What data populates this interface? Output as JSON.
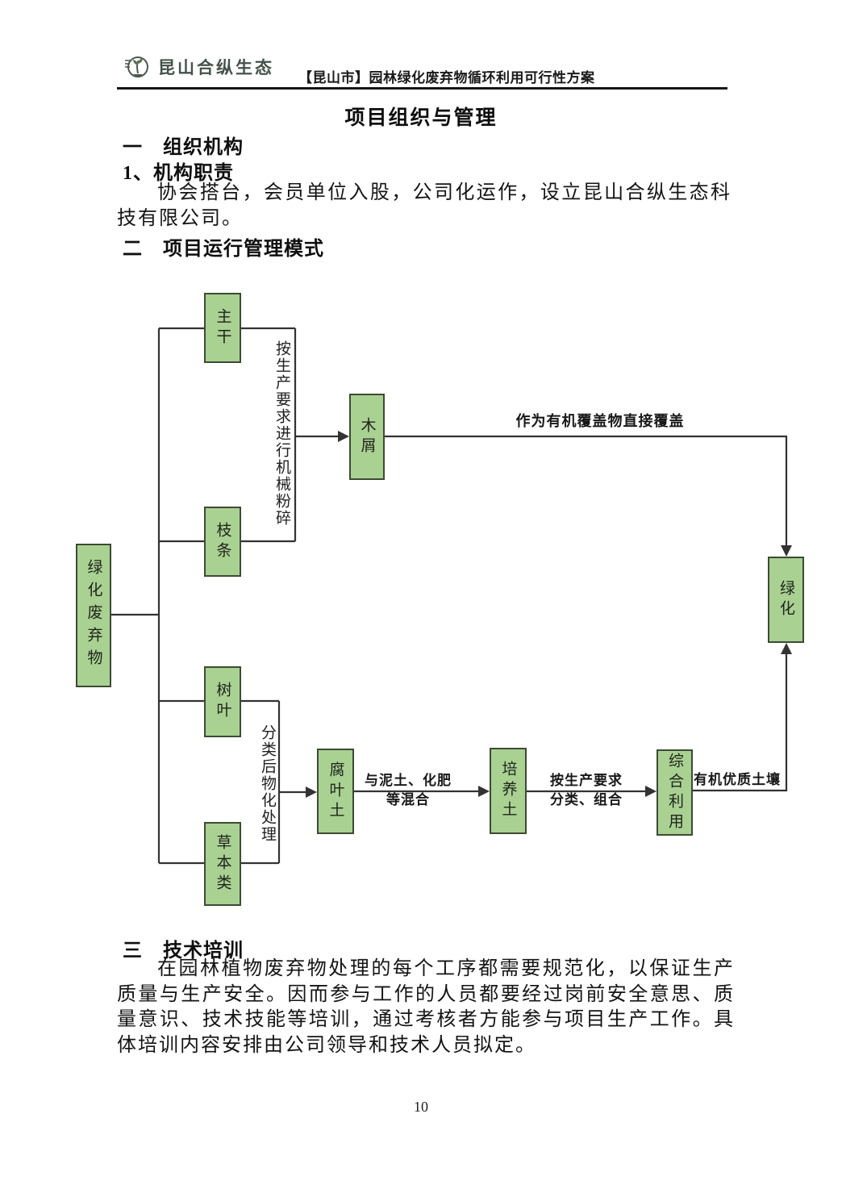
{
  "header": {
    "logo_text": "昆山合纵生态",
    "doc_title": "【昆山市】园林绿化废弃物循环利用可行性方案"
  },
  "content": {
    "page_title": "项目组织与管理",
    "heading_1": "一　组织机构",
    "heading_1_sub": "1、机构职责",
    "para_1": "协会搭台，会员单位入股，公司化运作，设立昆山合纵生态科技有限公司。",
    "heading_2": "二　项目运行管理模式",
    "heading_3": "三　技术培训",
    "para_3": "在园林植物废弃物处理的每个工序都需要规范化，以保证生产质量与生产安全。因而参与工作的人员都要经过岗前安全意思、质量意识、技术技能等培训，通过考核者方能参与项目生产工作。具体培训内容安排由公司领导和技术人员拟定。",
    "page_number": "10"
  },
  "flowchart": {
    "boxes": {
      "source": "绿化废弃物",
      "trunk": "主干",
      "branches": "枝条",
      "leaves": "树叶",
      "herbaceous": "草本类",
      "wood_chips": "木屑",
      "leaf_mold": "腐叶土",
      "culture_soil": "培养土",
      "comprehensive_use": "综合利用",
      "greening": "绿化"
    },
    "process_crush": "按生产要求进行机械粉碎",
    "process_sort": "分类后物化处理",
    "label_mulch": "作为有机覆盖物直接覆盖",
    "label_mix_line1": "与泥土、化肥",
    "label_mix_line2": "等混合",
    "label_combine_line1": "按生产要求",
    "label_combine_line2": "分类、组合",
    "label_organic_soil": "有机优质土壤"
  },
  "colors": {
    "box_fill": "#a8d192",
    "box_border": "#3e4a34",
    "line": "#333333"
  }
}
